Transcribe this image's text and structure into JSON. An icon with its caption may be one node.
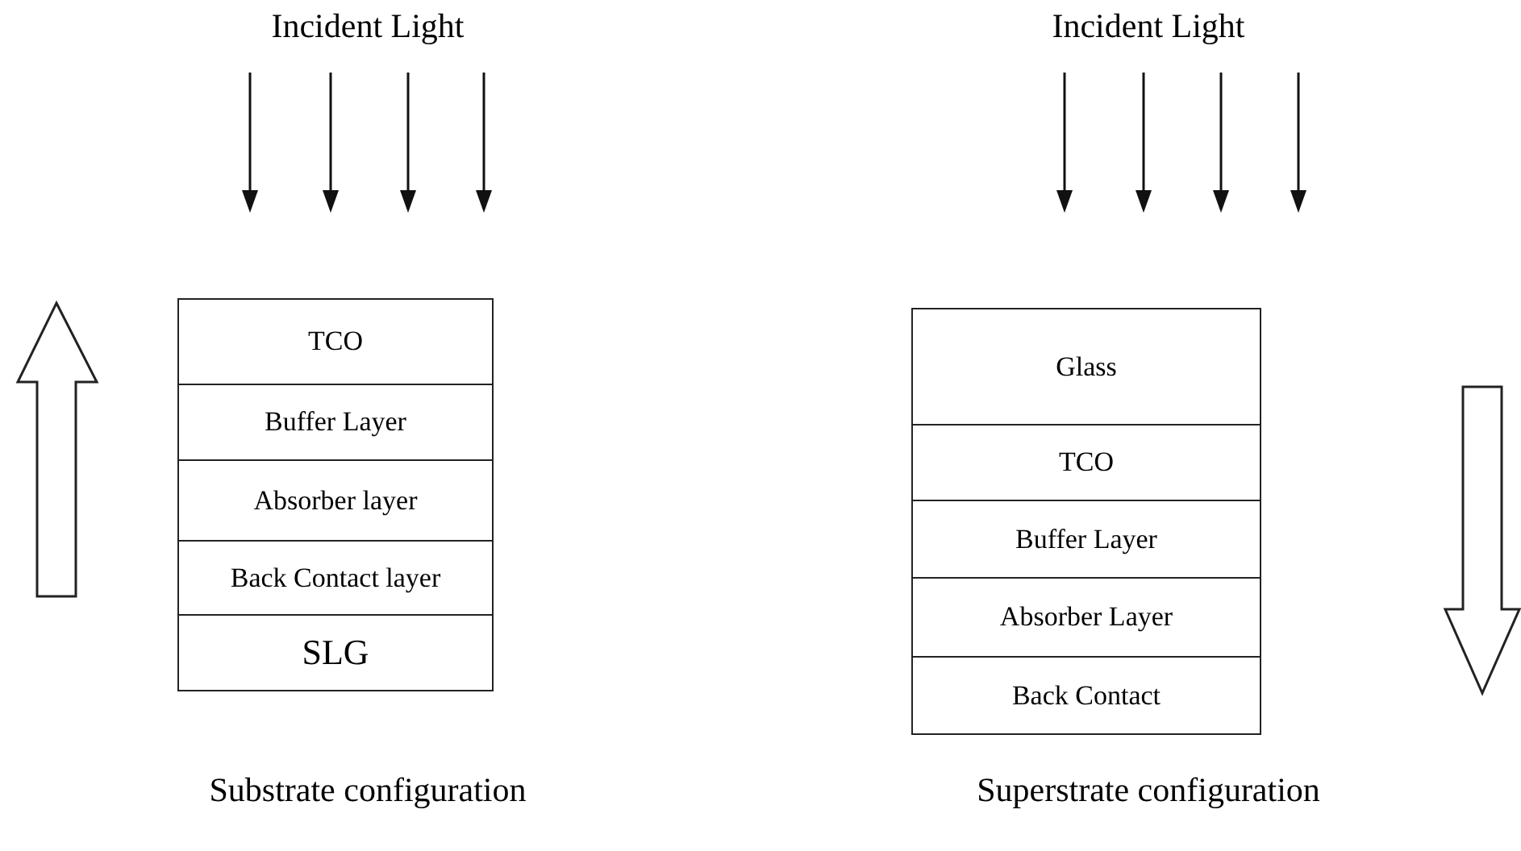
{
  "diagram": {
    "nodes": [
      {
        "text": [
          "TCO"
        ]
      },
      {
        "text": [
          "Buffer Layer"
        ]
      },
      {
        "text": [
          "Absorber layer"
        ]
      },
      {
        "text": [
          "Back Contact layer"
        ]
      },
      {
        "text": [
          "SLG"
        ]
      },
      {
        "text": [
          "Glass"
        ]
      },
      {
        "text": [
          "TCO"
        ]
      },
      {
        "text": [
          "Buffer Layer"
        ]
      },
      {
        "text": [
          "Absorber Layer"
        ]
      },
      {
        "text": [
          "Back Contact"
        ]
      }
    ],
    "labels": [
      "Incident Light",
      "Incident Light",
      "Substrate configuration",
      "Superstrate configuration"
    ]
  }
}
